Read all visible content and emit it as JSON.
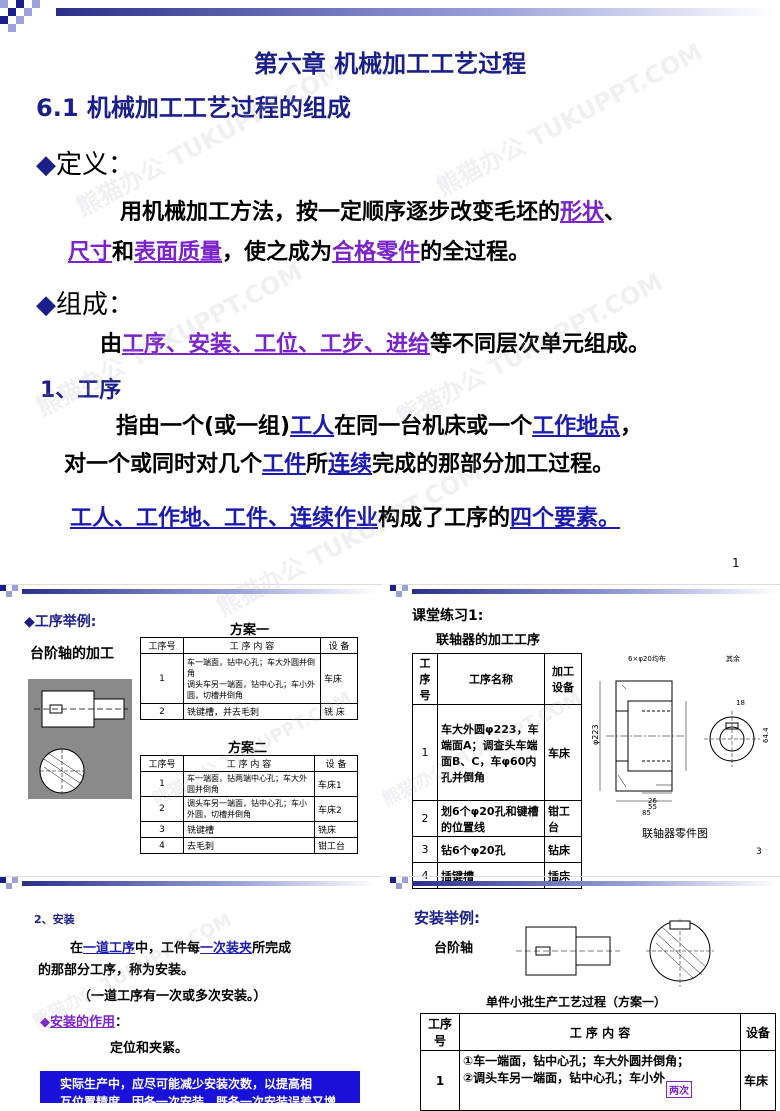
{
  "slide1": {
    "title": "第六章 机械加工工艺过程",
    "section": "6.1  机械加工工艺过程的组成",
    "def_label": "定义：",
    "def_line1_a": "用机械加工方法，按一定顺序逐步改变毛坯的",
    "def_line1_u": "形状",
    "def_line1_b": "、",
    "def_line2_u1": "尺寸",
    "def_line2_a": "和",
    "def_line2_u2": "表面质量",
    "def_line2_b": "，使之成为",
    "def_line2_u3": "合格零件",
    "def_line2_c": "的全过程。",
    "comp_label": "组成：",
    "comp_a": "由",
    "comp_u": "工序、安装、工位、工步、进给",
    "comp_b": "等不同层次单元组成。",
    "proc_heading": "1、工序",
    "proc_l1_a": "指由一个(或一组)",
    "proc_l1_u1": "工人",
    "proc_l1_b": "在同一台机床或一个",
    "proc_l1_u2": "工作地点",
    "proc_l1_c": "，",
    "proc_l2_a": "对一个或同时对几个",
    "proc_l2_u1": "工件",
    "proc_l2_b": "所",
    "proc_l2_u2": "连续",
    "proc_l2_c": "完成的那部分加工过程。",
    "four_u1": "工人、工作地、工件、连续作业",
    "four_a": "构成了工序的",
    "four_u2": "四个要素。",
    "page": "1"
  },
  "slide2": {
    "title": "◆工序举例:",
    "subtitle": "台阶轴的加工",
    "planA_title": "方案一",
    "planA_headers": [
      "工序号",
      "工 序 内 容",
      "设 备"
    ],
    "planA_rows": [
      [
        "1",
        "车一端面，钻中心孔；车大外圆并倒角\n调头车另一端面，钻中心孔；车小外圆，切槽并倒角",
        "车床"
      ],
      [
        "2",
        "铣键槽，并去毛刺",
        "铣 床"
      ]
    ],
    "planB_title": "方案二",
    "planB_headers": [
      "工序号",
      "工 序 内 容",
      "设 备"
    ],
    "planB_rows": [
      [
        "1",
        "车一端面，钻两端中心孔；车大外圆并倒角",
        "车床1"
      ],
      [
        "2",
        "调头车另一端面，钻中心孔；车小外圆，切槽并倒角",
        "车床2"
      ],
      [
        "3",
        "铣键槽",
        "铣床"
      ],
      [
        "4",
        "去毛刺",
        "钳工台"
      ]
    ]
  },
  "slide3": {
    "title": "课堂练习1:",
    "subtitle": "联轴器的加工工序",
    "headers": [
      "工序号",
      "工序名称",
      "加工设备"
    ],
    "rows": [
      [
        "1",
        "车大外圆φ223，车端面A；调查头车端面B、C，车φ60内孔并倒角",
        "车床"
      ],
      [
        "2",
        "划6个φ20孔和键槽的位置线",
        "钳工台"
      ],
      [
        "3",
        "钻6个φ20孔",
        "钻床"
      ],
      [
        "4",
        "插键槽",
        "插床"
      ]
    ],
    "fig_caption": "联轴器零件图",
    "fig_note1": "6×φ20均布",
    "fig_note2": "其余",
    "page": "3"
  },
  "slide4": {
    "heading": "2、安装",
    "line1_a": "在",
    "line1_u1": "一道工序",
    "line1_b": "中，工件每",
    "line1_u2": "一次装夹",
    "line1_c": "所完成",
    "line2": "的那部分工序，称为安装。",
    "line3": "（一道工序有一次或多次安装。）",
    "role_label": "安装的作用",
    "role_colon": "：",
    "role_text": "定位和夹紧。",
    "note_line1": "实际生产中，应尽可能减少安装次数，以提高相",
    "note_line2": "互位置精度，因各一次安装，既各一次安装误差又增"
  },
  "slide5": {
    "title": "安装举例:",
    "subtitle": "台阶轴",
    "table_title": "单件小批生产工艺过程（方案一）",
    "headers": [
      "工序号",
      "工 序 内 容",
      "设备"
    ],
    "row1_no": "1",
    "row1_a": "①车一端面，钻中心孔；车大外圆并倒角；",
    "row1_b": "②调头车另一端面，钻中心孔；车小外",
    "row1_equip": "车床",
    "badge": "两次"
  },
  "colors": {
    "navy": "#1b1f8a",
    "purple": "#7a22cc",
    "blue": "#1b1bb0",
    "note_bg": "#1a12d8"
  }
}
